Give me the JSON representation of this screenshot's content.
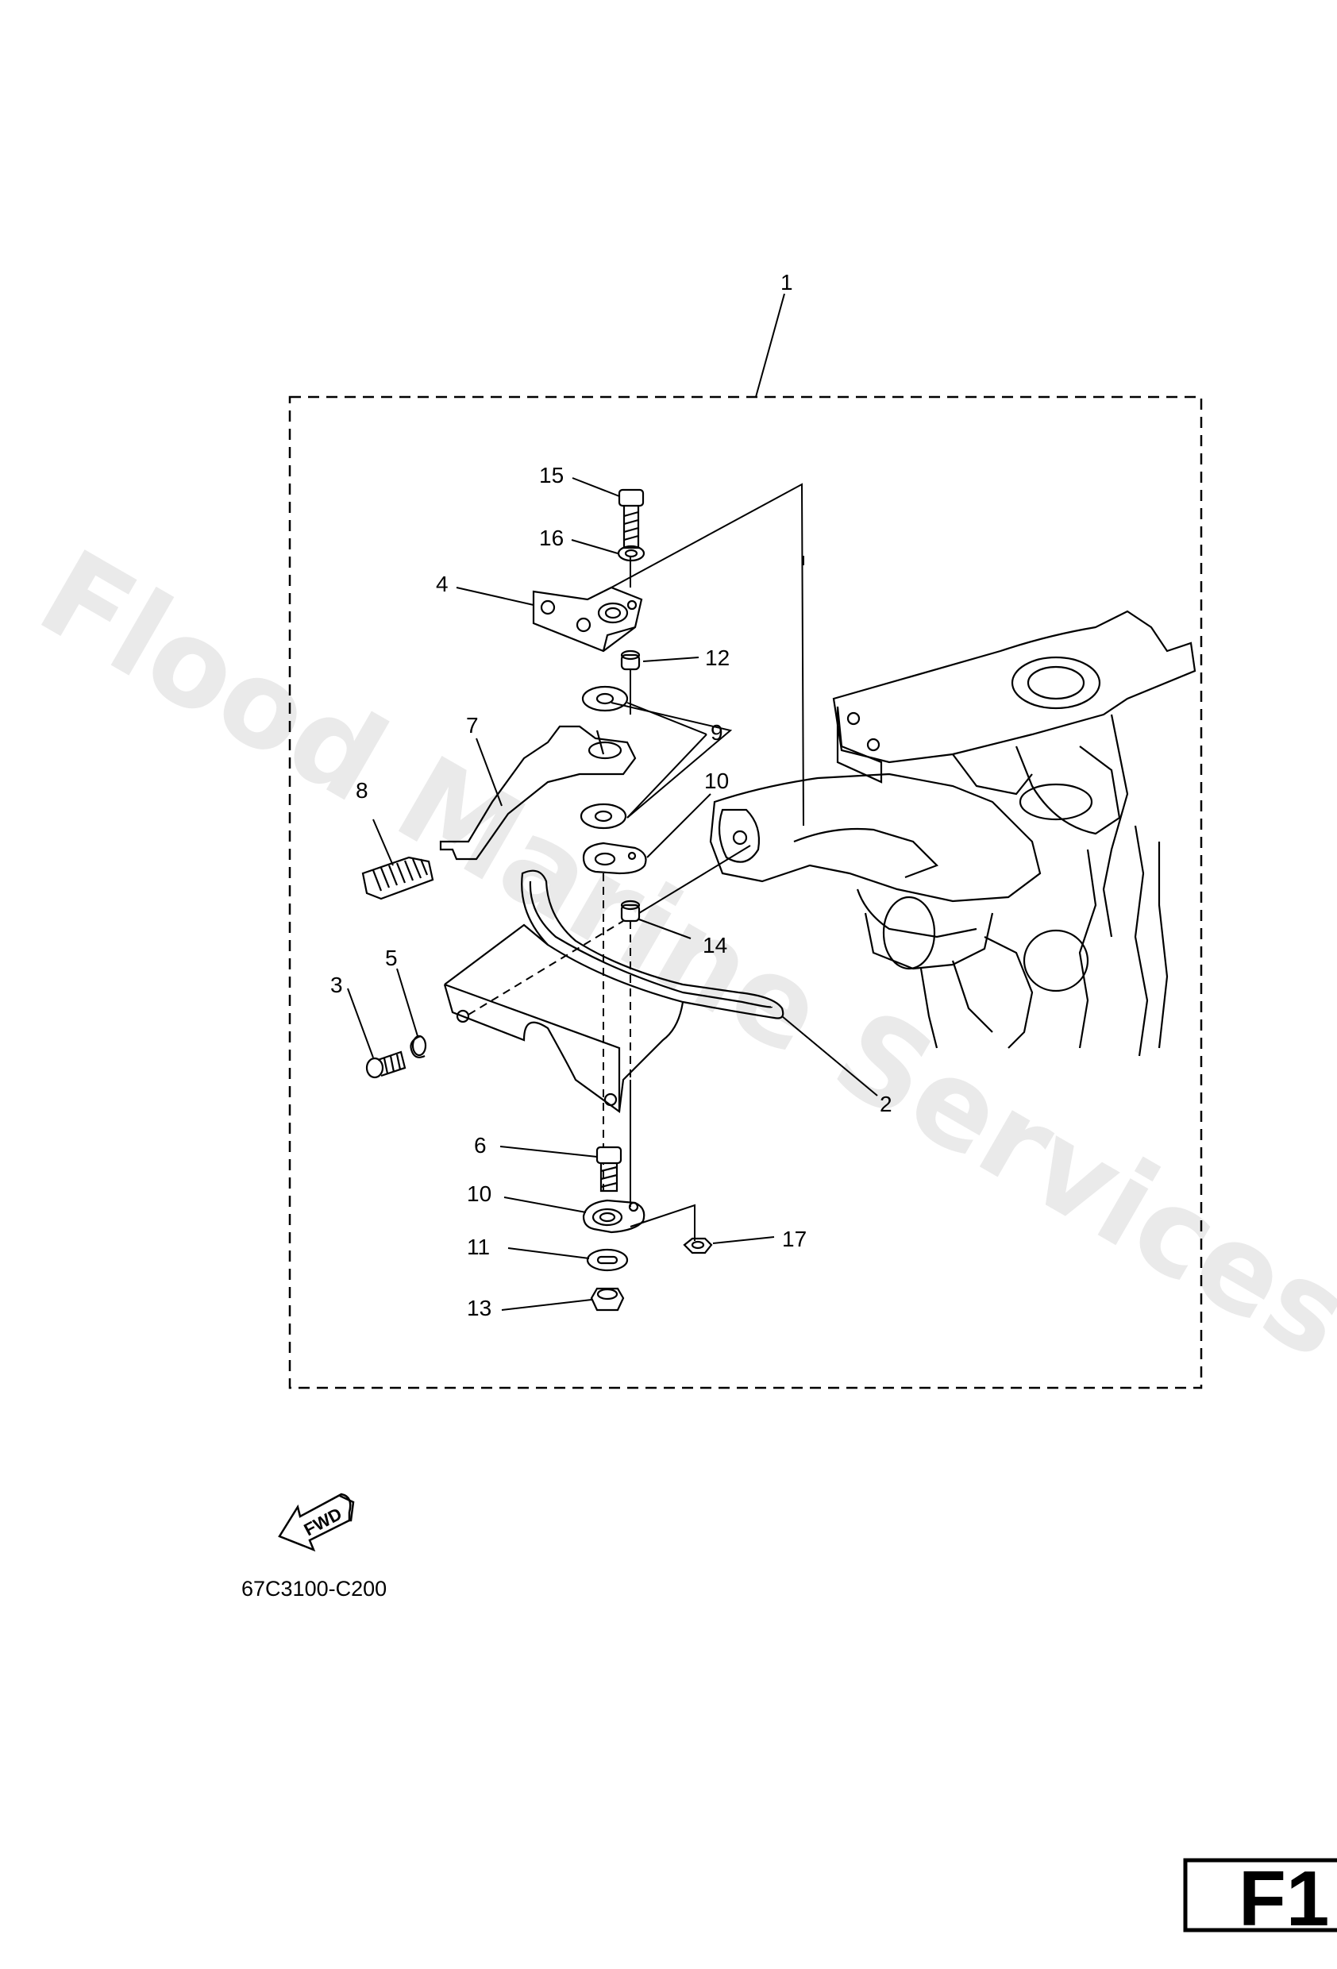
{
  "watermark": "Flood Marine Services",
  "diagram_code": "67C3100-C200",
  "page_label": "F1",
  "fwd_label": "FWD",
  "callouts": [
    {
      "id": "c1",
      "text": "1"
    },
    {
      "id": "c15",
      "text": "15"
    },
    {
      "id": "c16",
      "text": "16"
    },
    {
      "id": "c4",
      "text": "4"
    },
    {
      "id": "c12",
      "text": "12"
    },
    {
      "id": "c7",
      "text": "7"
    },
    {
      "id": "c9",
      "text": "9"
    },
    {
      "id": "c10a",
      "text": "10"
    },
    {
      "id": "c8",
      "text": "8"
    },
    {
      "id": "c14",
      "text": "14"
    },
    {
      "id": "c5",
      "text": "5"
    },
    {
      "id": "c3",
      "text": "3"
    },
    {
      "id": "c2",
      "text": "2"
    },
    {
      "id": "c6",
      "text": "6"
    },
    {
      "id": "c10b",
      "text": "10"
    },
    {
      "id": "c17",
      "text": "17"
    },
    {
      "id": "c11",
      "text": "11"
    },
    {
      "id": "c13",
      "text": "13"
    }
  ]
}
